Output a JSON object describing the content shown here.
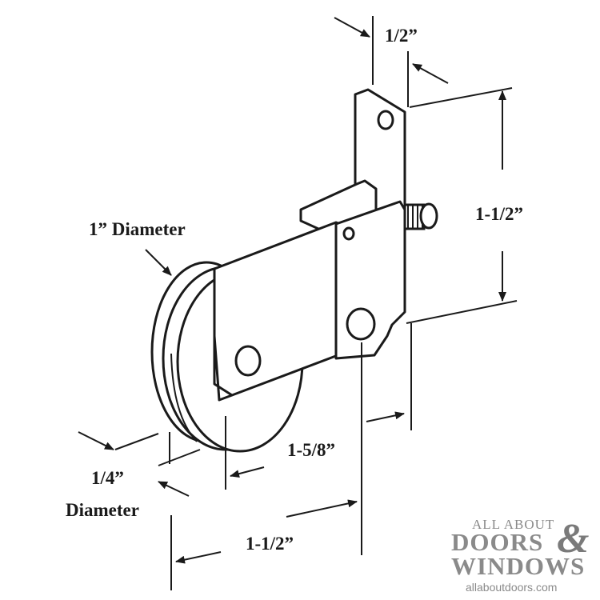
{
  "figure": {
    "labels": {
      "top_width": "1/2”",
      "height_right": "1-1/2”",
      "wheel_diameter": "1” Diameter",
      "axle_offset": "1-5/8”",
      "hub_diameter_value": "1/4”",
      "hub_diameter_word": "Diameter",
      "bottom_length": "1-1/2”"
    }
  },
  "logo": {
    "line1": "ALL ABOUT",
    "line2": "DOORS",
    "ampersand": "&",
    "line3": "WINDOWS",
    "url": "allaboutdoors.com"
  },
  "colors": {
    "ink": "#1a1a1a",
    "logo_gray": "#8a8a8a",
    "background": "#ffffff"
  }
}
